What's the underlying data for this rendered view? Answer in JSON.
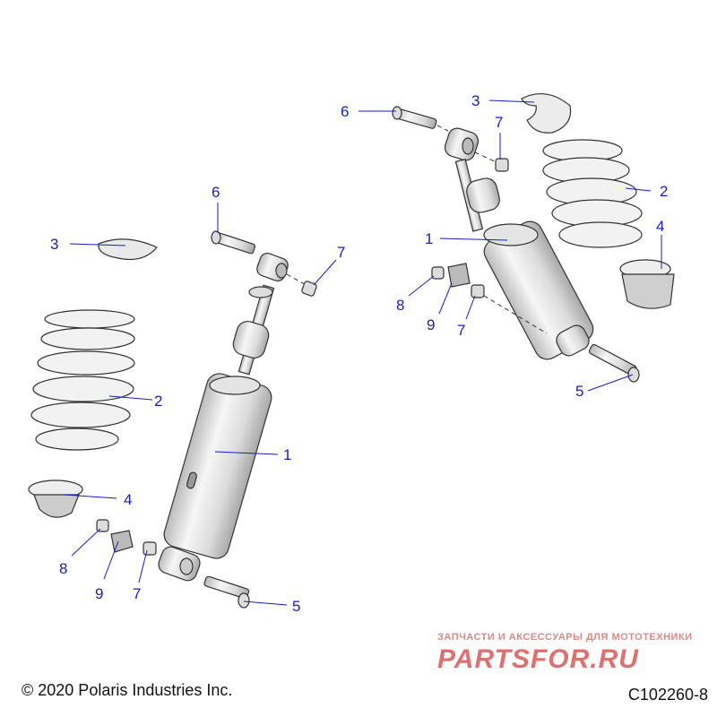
{
  "callouts": {
    "left_1": "1",
    "left_2": "2",
    "left_3": "3",
    "left_4": "4",
    "left_5": "5",
    "left_6": "6",
    "left_7a": "7",
    "left_7b": "7",
    "left_8": "8",
    "left_9": "9",
    "right_1": "1",
    "right_2": "2",
    "right_3": "3",
    "right_4": "4",
    "right_5": "5",
    "right_6": "6",
    "right_7a": "7",
    "right_7b": "7",
    "right_8": "8",
    "right_9": "9"
  },
  "footer": {
    "copyright": "© 2020 Polaris Industries Inc.",
    "figure_id": "C102260-8"
  },
  "watermark": {
    "tagline": "ЗАПЧАСТИ И АКСЕССУАРЫ ДЛЯ МОТОТЕХНИКИ",
    "logo_text": "PARTSFOR.RU"
  },
  "colors": {
    "callout": "#1a1ac8",
    "part_fill": "#eeeeee",
    "watermark": "#e07070"
  }
}
